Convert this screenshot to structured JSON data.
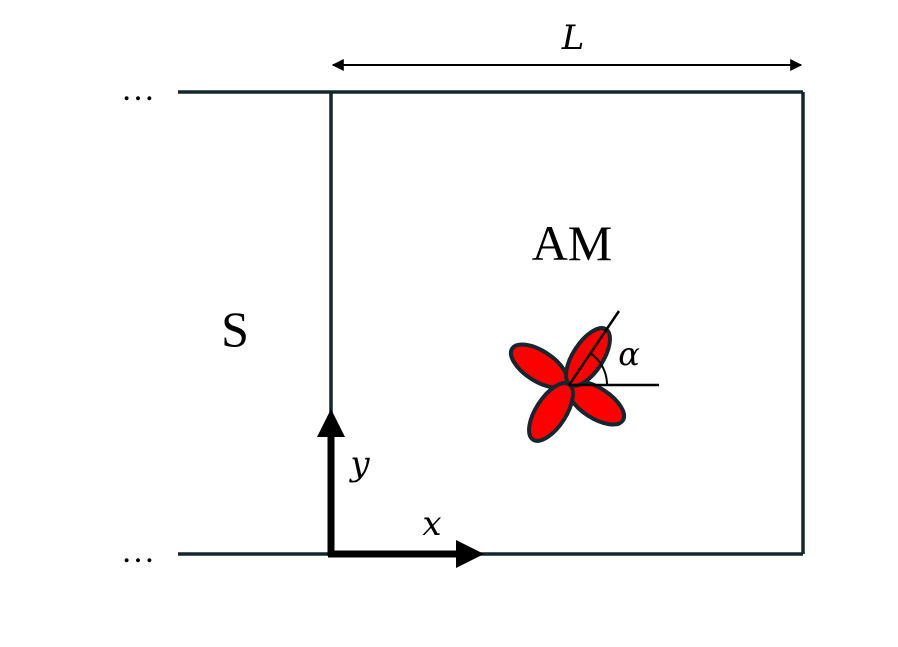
{
  "labels": {
    "length": "L",
    "region_right": "AM",
    "region_left": "S",
    "angle": "α",
    "axis_x": "x",
    "axis_y": "y",
    "ellipsis_top": "…",
    "ellipsis_bottom": "…"
  },
  "colors": {
    "frame": "#14272f",
    "petal_fill": "#ff0000",
    "petal_stroke": "#14272f",
    "axes": "#000000",
    "text": "#000000"
  }
}
